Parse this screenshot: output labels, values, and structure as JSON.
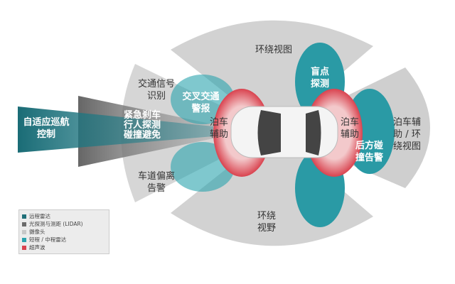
{
  "labels": {
    "surround_view_top": "环绕视图",
    "blind_spot": "盲点\n探测",
    "traffic_sign": "交通信号\n识别",
    "cross_traffic": "交叉交通\n警报",
    "acc": "自适应巡航\n控制",
    "front_functions": "紧急刹车\n行人探测\n碰撞避免",
    "park_front": "泊车\n辅助",
    "park_rear": "泊车\n辅助",
    "rear_collision": "后方碰\n撞告警",
    "park_surround_right": "泊车辅\n助 / 环\n绕视图",
    "lane_departure": "车道偏离\n告警",
    "surround_view_bottom": "环绕\n视野"
  },
  "legend": [
    {
      "label": "远程雷达",
      "color": "#1f6f78"
    },
    {
      "label": "光探测与测距 (LIDAR)",
      "color": "#6b6b6b"
    },
    {
      "label": "摄像头",
      "color": "#c8c8c8"
    },
    {
      "label": "短程 / 中程雷达",
      "color": "#2aa3ad"
    },
    {
      "label": "超声波",
      "color": "#d9434f"
    }
  ]
}
